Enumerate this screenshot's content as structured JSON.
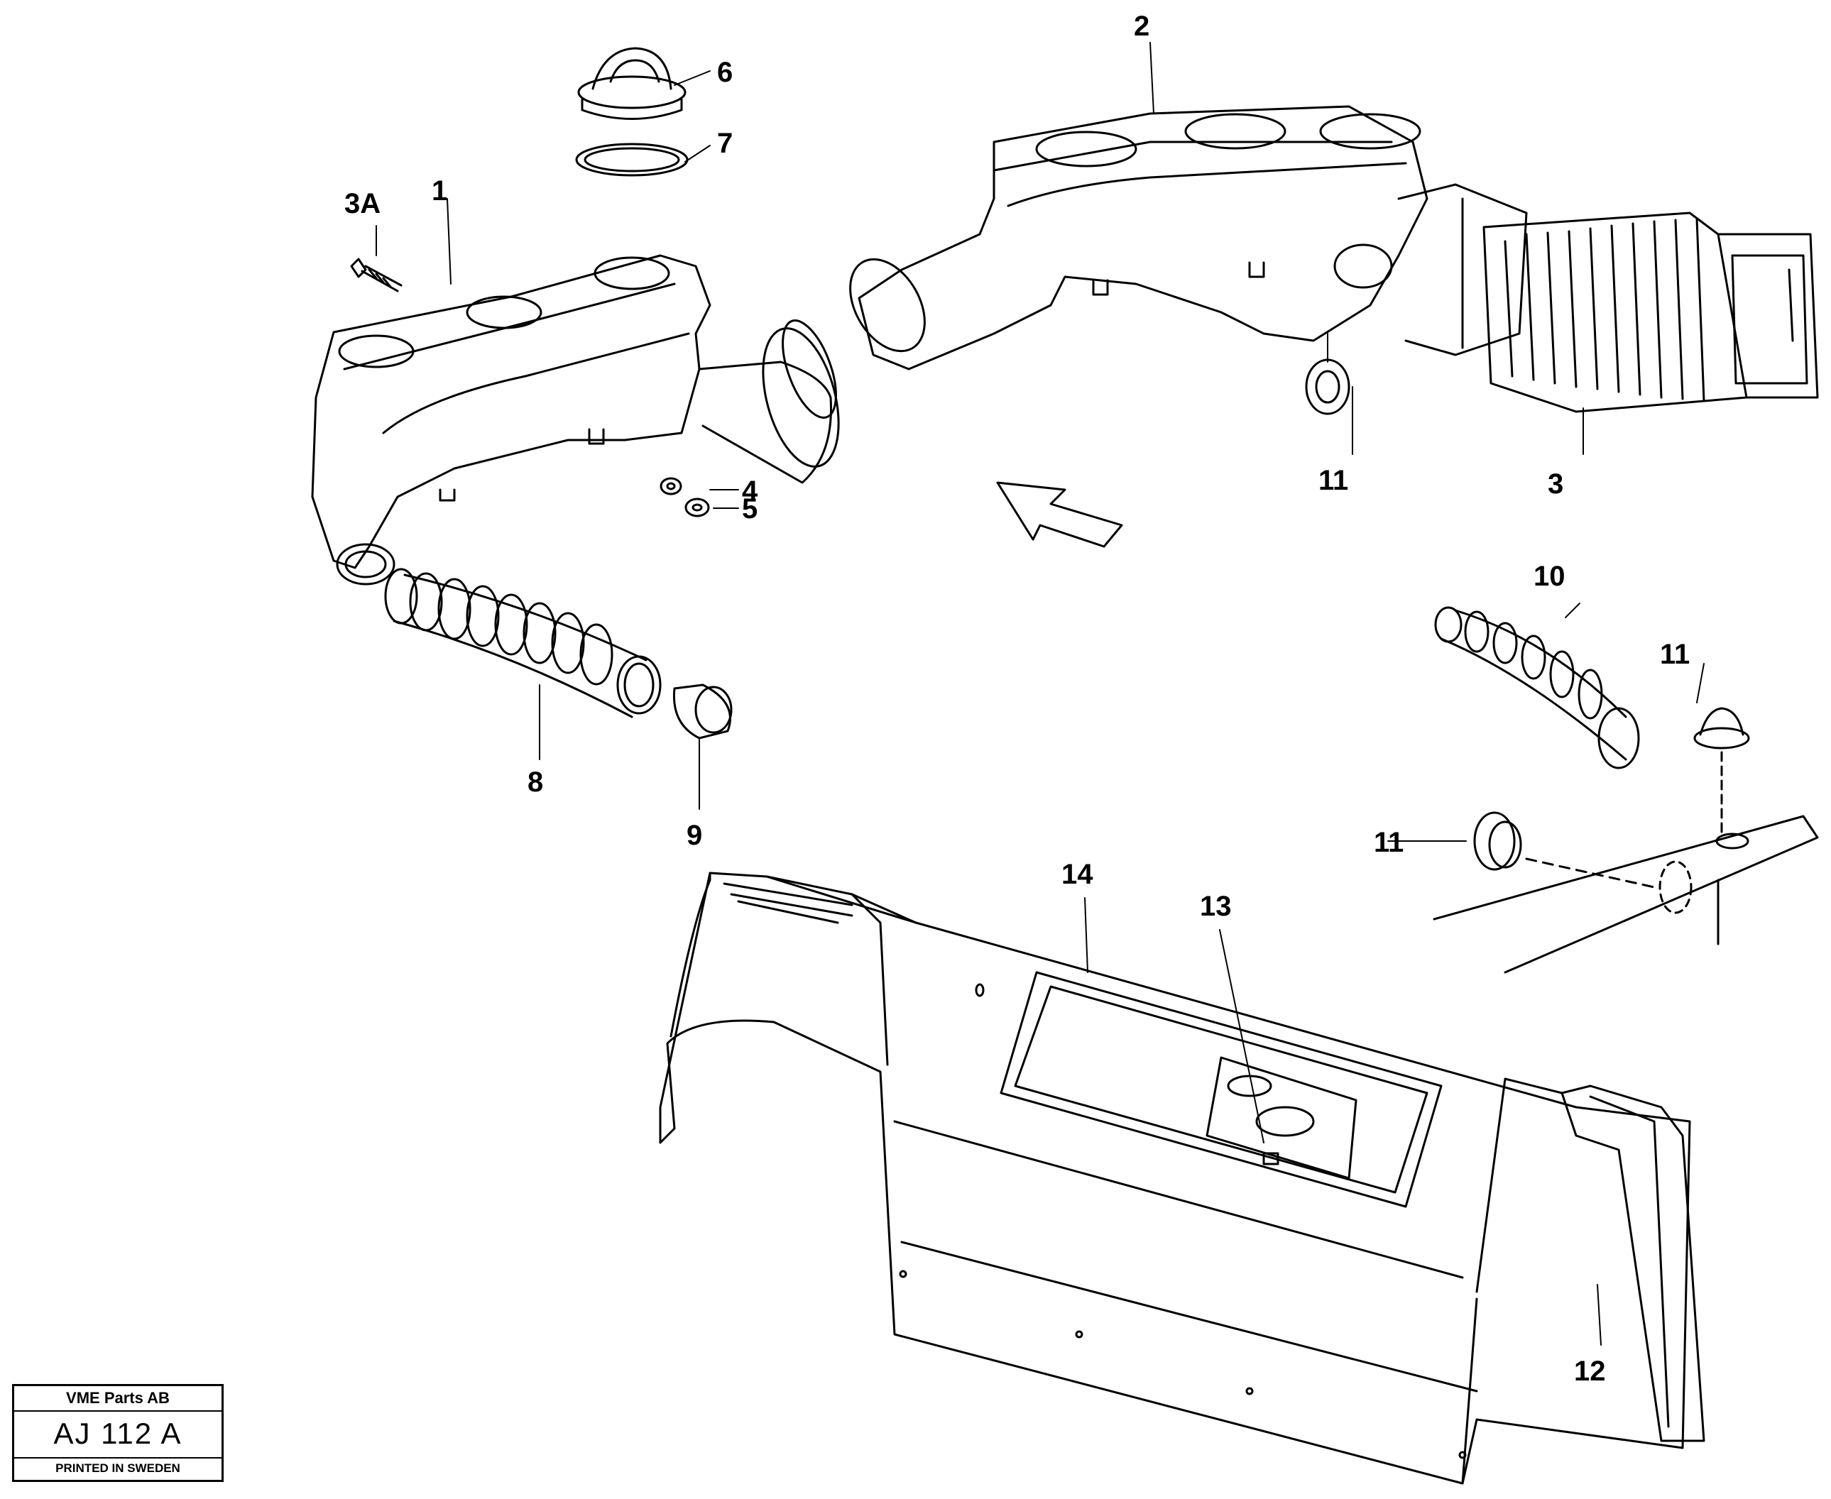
{
  "callouts": {
    "c1": "1",
    "c2": "2",
    "c3": "3",
    "c3a": "3A",
    "c4": "4",
    "c5": "5",
    "c6": "6",
    "c7": "7",
    "c8": "8",
    "c9": "9",
    "c10": "10",
    "c11a": "11",
    "c11b": "11",
    "c11c": "11",
    "c12": "12",
    "c13": "13",
    "c14": "14"
  },
  "title_block": {
    "company": "VME Parts AB",
    "code": "AJ 112 A",
    "printed": "PRINTED IN SWEDEN"
  }
}
